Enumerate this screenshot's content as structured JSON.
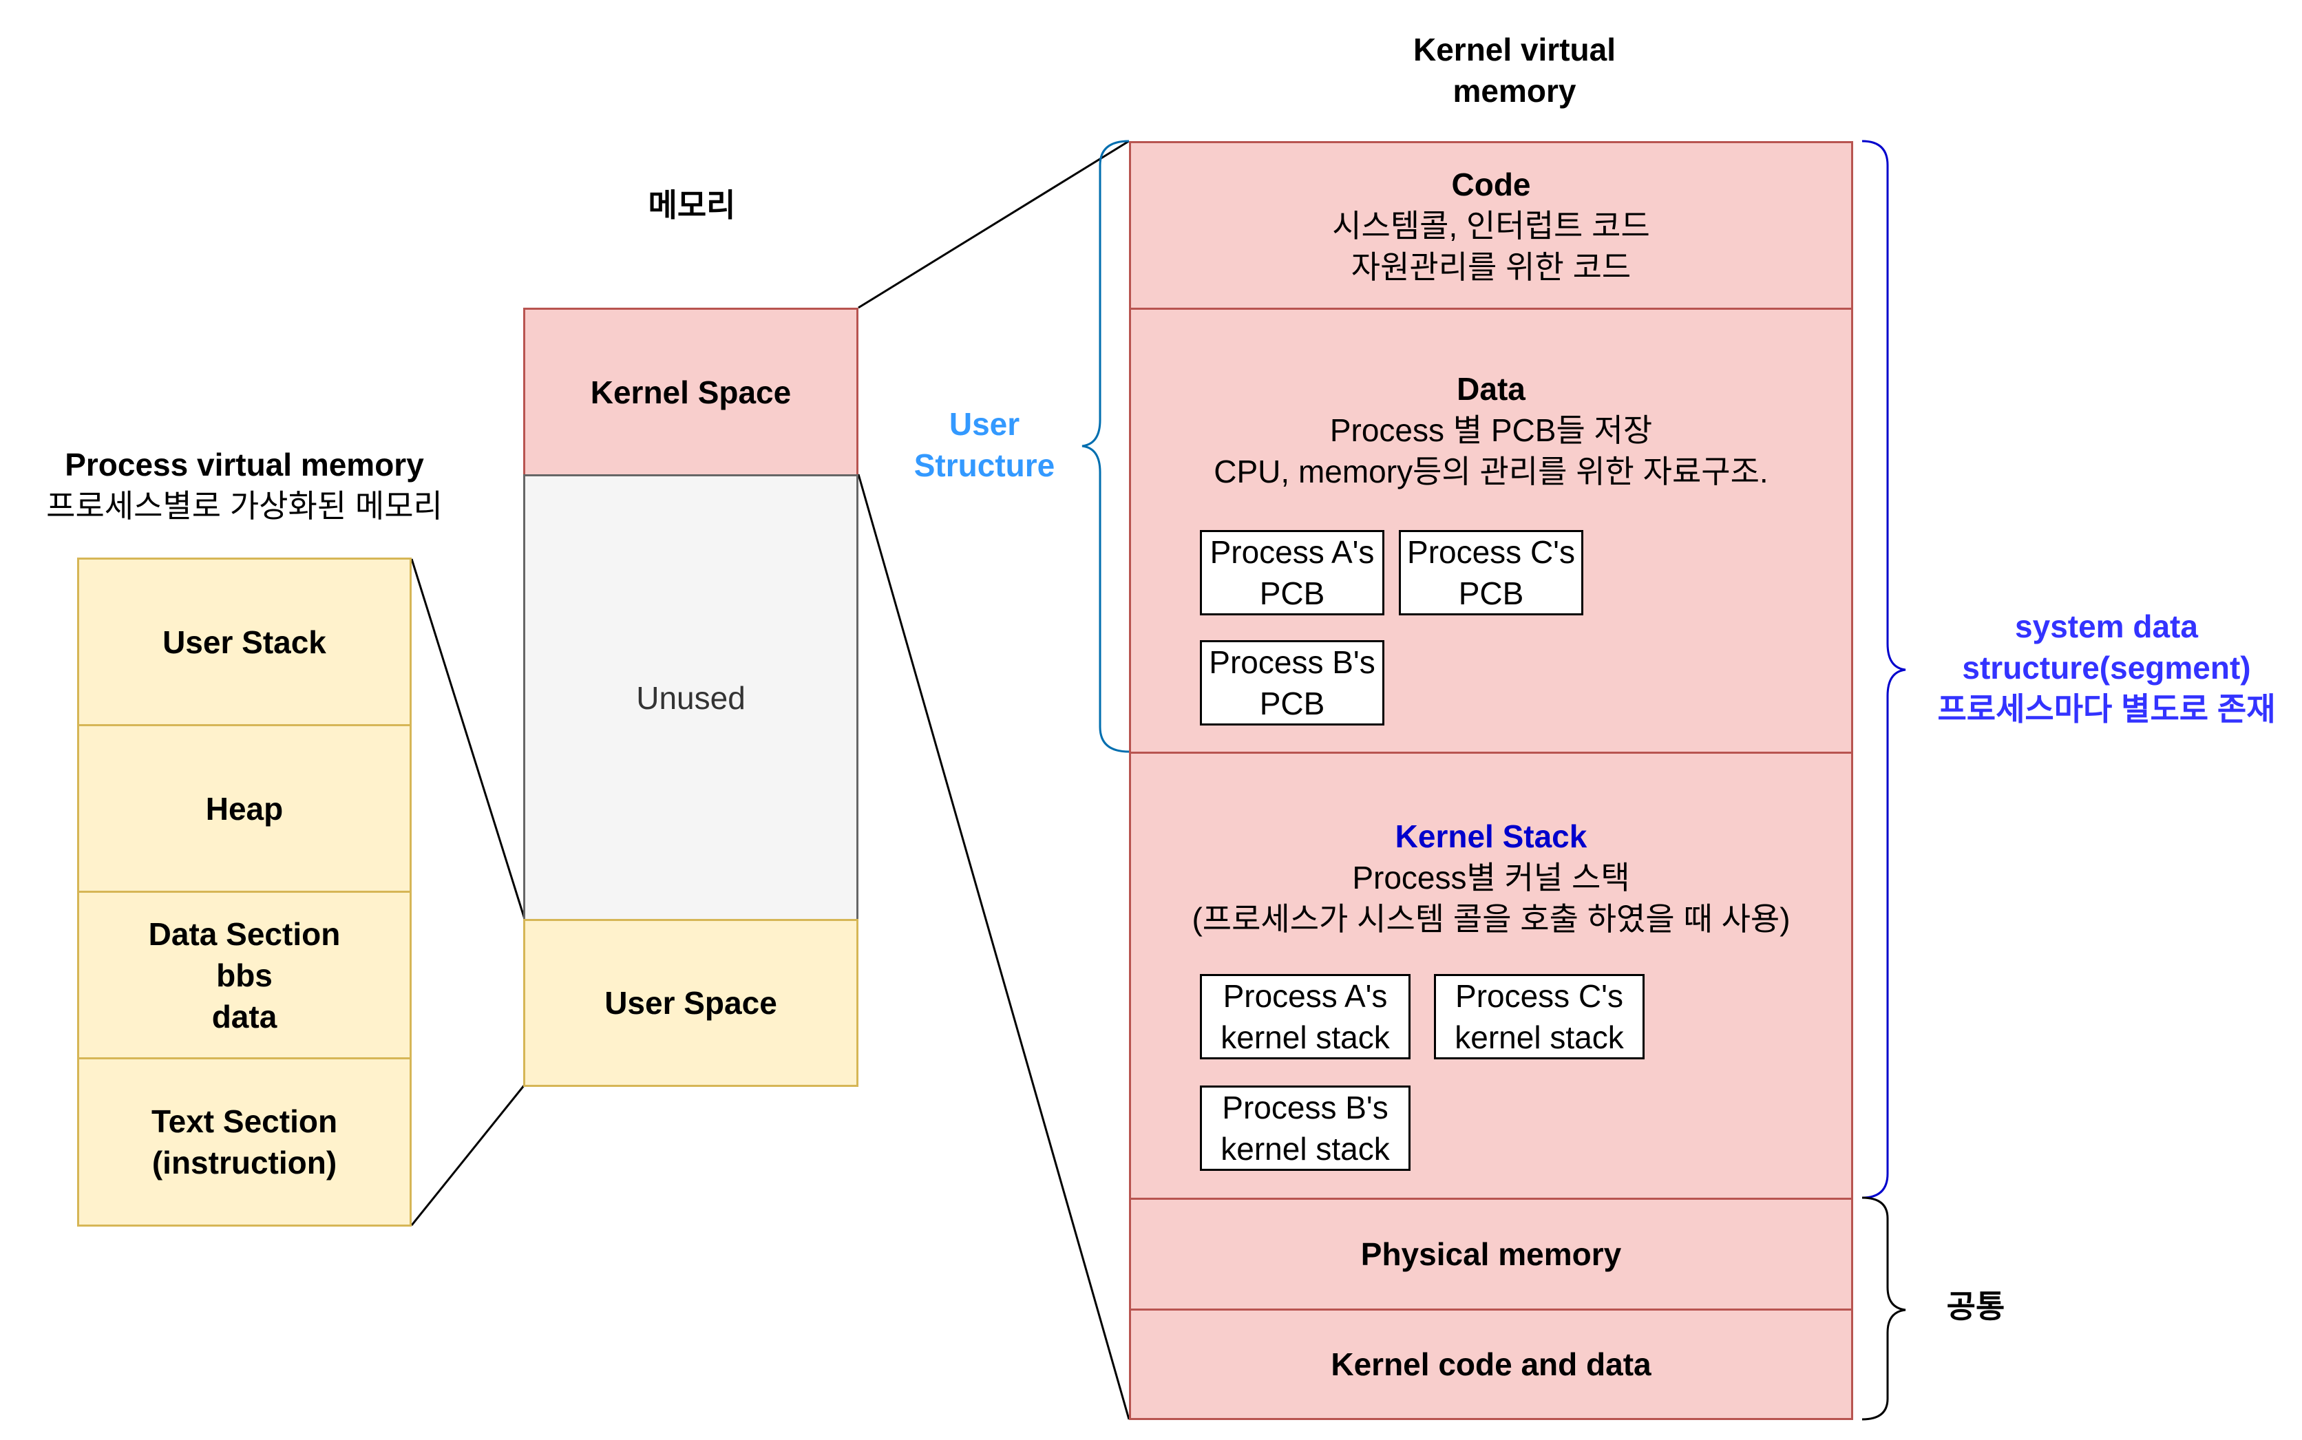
{
  "process_vm": {
    "title": "Process virtual memory",
    "subtitle": "프로세스별로 가상화된 메모리",
    "segments": [
      "User Stack",
      "Heap",
      "Data Section",
      "bbs",
      "data",
      "Text Section",
      "(instruction)"
    ]
  },
  "memory": {
    "title": "메모리",
    "kernel_space": "Kernel Space",
    "unused": "Unused",
    "user_space": "User Space"
  },
  "kernel_vm": {
    "title_line1": "Kernel virtual",
    "title_line2": "memory",
    "code": {
      "title": "Code",
      "line1": "시스템콜, 인터럽트 코드",
      "line2": "자원관리를 위한 코드"
    },
    "data": {
      "title": "Data",
      "line1": "Process 별 PCB들 저장",
      "line2": "CPU, memory등의 관리를 위한 자료구조.",
      "pcb": [
        {
          "line1": "Process A's",
          "line2": "PCB"
        },
        {
          "line1": "Process C's",
          "line2": "PCB"
        },
        {
          "line1": "Process B's",
          "line2": "PCB"
        }
      ]
    },
    "kernel_stack": {
      "title": "Kernel Stack",
      "line1": "Process별 커널 스택",
      "line2": "(프로세스가 시스템 콜을 호출 하였을 때 사용)",
      "stacks": [
        {
          "line1": "Process A's",
          "line2": "kernel stack"
        },
        {
          "line1": "Process C's",
          "line2": "kernel stack"
        },
        {
          "line1": "Process B's",
          "line2": "kernel stack"
        }
      ]
    },
    "physical_memory": "Physical memory",
    "kernel_code_data": "Kernel code and data"
  },
  "labels": {
    "user_structure_line1": "User",
    "user_structure_line2": "Structure",
    "system_data_line1": "system data",
    "system_data_line2": "structure(segment)",
    "system_data_line3": "프로세스마다 별도로 존재",
    "common": "공통"
  },
  "colors": {
    "user_structure": "#3399ff",
    "kernel_stack_title": "#0000cc",
    "system_data": "#3333ff",
    "brace_blue": "#0000cc",
    "brace_light_blue": "#006eaf"
  }
}
